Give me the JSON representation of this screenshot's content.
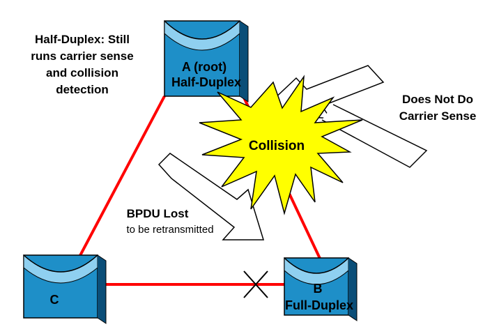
{
  "notes": {
    "half_duplex": [
      "Half-Duplex: Still",
      "runs carrier sense",
      "and collision",
      "detection"
    ],
    "no_carrier": [
      "Does Not Do",
      "Carrier Sense"
    ],
    "bpdu_lost": "BPDU Lost",
    "bpdu_retx": "to be retransmitted",
    "collision": "Collision"
  },
  "switches": {
    "a": {
      "name": "A (root)",
      "mode": "Half-Duplex"
    },
    "b": {
      "name": "B",
      "mode": "Full-Duplex"
    },
    "c": {
      "name": "C"
    }
  },
  "colors": {
    "link": "#ff0000",
    "switch_face": "#1e8fc8",
    "switch_dark": "#0a4e78",
    "switch_light": "#8fd0f0",
    "burst": "#ffff00",
    "outline": "#000000"
  }
}
